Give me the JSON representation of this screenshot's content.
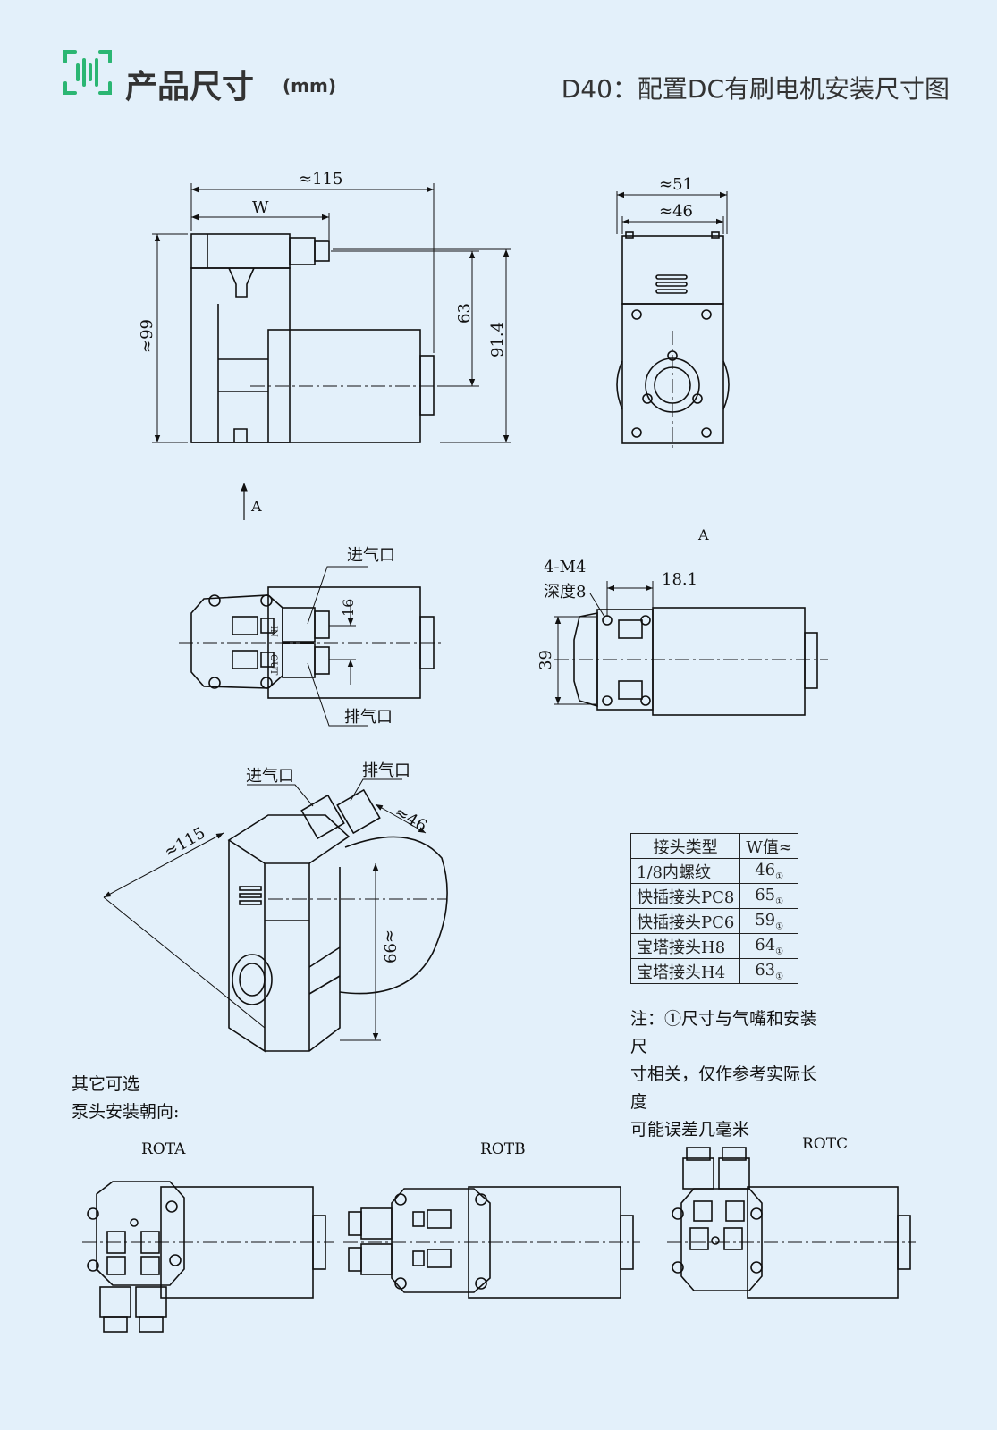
{
  "header": {
    "title": "产品尺寸",
    "unit": "(mm)",
    "subtitle": "D40：配置DC有刷电机安装尺寸图",
    "accent_color": "#2bb673",
    "icon": "barcode-scan-icon"
  },
  "front_view": {
    "dim_overall_length": "≈115",
    "dim_w": "W",
    "dim_height": "≈99",
    "dim_63": "63",
    "dim_91_4": "91.4",
    "arrow_label": "A"
  },
  "side_view": {
    "dim_51": "≈51",
    "dim_46": "≈46"
  },
  "top_view": {
    "inlet": "进气口",
    "outlet": "排气口",
    "dim_16": "16",
    "port_in": "IN",
    "port_out": "OUT"
  },
  "view_a": {
    "label": "A",
    "thread": "4-M4",
    "depth": "深度8",
    "dim_18_1": "18.1",
    "dim_39": "39"
  },
  "iso_view": {
    "inlet": "进气口",
    "outlet": "排气口",
    "dim_115": "≈115",
    "dim_46": "≈46",
    "dim_99": "≈99"
  },
  "table": {
    "headers": [
      "接头类型",
      "W值≈"
    ],
    "rows": [
      [
        "1/8内螺纹",
        "46",
        "①"
      ],
      [
        "快插接头PC8",
        "65",
        "①"
      ],
      [
        "快插接头PC6",
        "59",
        "①"
      ],
      [
        "宝塔接头H8",
        "64",
        "①"
      ],
      [
        "宝塔接头H4",
        "63",
        "①"
      ]
    ]
  },
  "note": {
    "line1": "注：①尺寸与气嘴和安装尺",
    "line2": "寸相关，仅作参考实际长度",
    "line3": "可能误差几毫米"
  },
  "other_options": {
    "line1": "其它可选",
    "line2": "泵头安装朝向:"
  },
  "rotations": {
    "rota": "ROTA",
    "rotb": "ROTB",
    "rotc": "ROTC"
  }
}
